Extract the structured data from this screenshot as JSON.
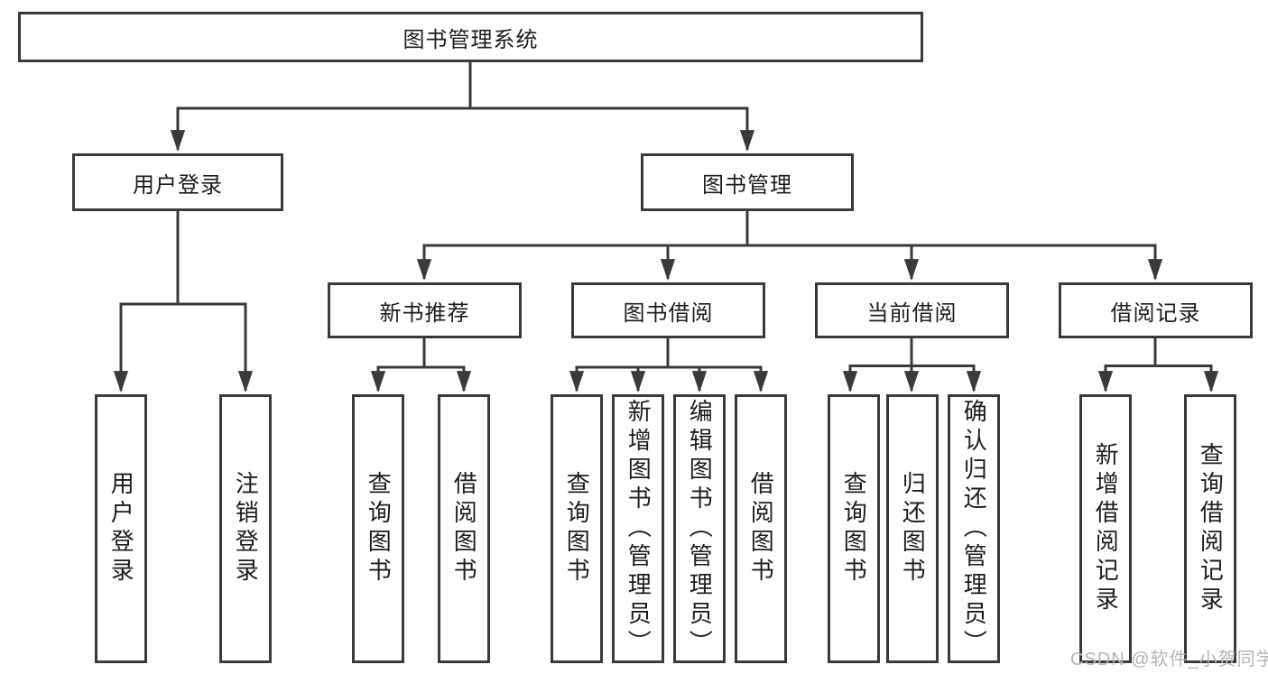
{
  "diagram": {
    "root": {
      "label": "图书管理系统"
    },
    "branches": {
      "user_login": {
        "label": "用户登录",
        "children": {
          "login": "用户登录",
          "logout": "注销登录"
        }
      },
      "book_mgmt": {
        "label": "图书管理",
        "sections": {
          "new_book_rec": {
            "label": "新书推荐",
            "children": {
              "query": "查询图书",
              "borrow": "借阅图书"
            }
          },
          "book_borrow": {
            "label": "图书借阅",
            "children": {
              "query": "查询图书",
              "add": "新增图书（管理员）",
              "edit": "编辑图书（管理员）",
              "borrow": "借阅图书"
            }
          },
          "current_borrow": {
            "label": "当前借阅",
            "children": {
              "query": "查询图书",
              "return": "归还图书",
              "confirm": "确认归还（管理员）"
            }
          },
          "borrow_record": {
            "label": "借阅记录",
            "children": {
              "add": "新增借阅记录",
              "query": "查询借阅记录"
            }
          }
        }
      }
    }
  },
  "watermark": {
    "text": "CSDN @软件_小贺同学"
  },
  "colors": {
    "line": "#3a3a3a",
    "text": "#1d1d1d",
    "watermark": "#b5b5b5",
    "background": "#ffffff"
  }
}
